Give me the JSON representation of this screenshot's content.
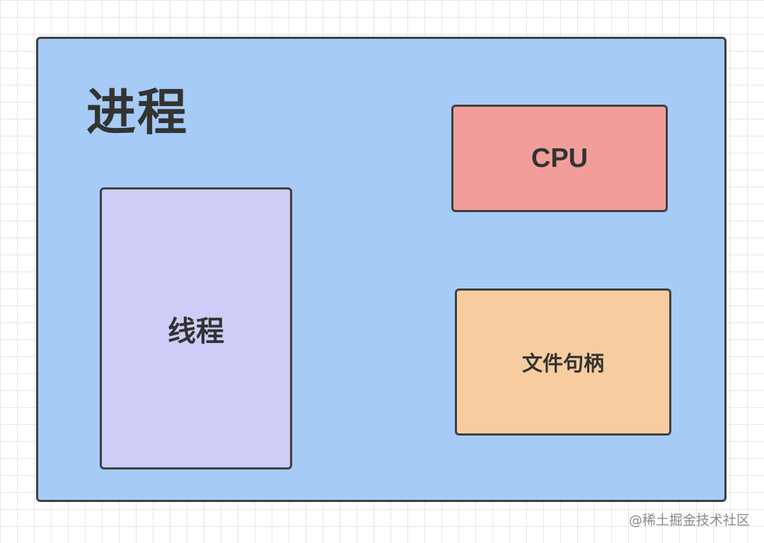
{
  "diagram": {
    "process_label": "进程",
    "thread_label": "线程",
    "cpu_label": "CPU",
    "file_handle_label": "文件句柄"
  },
  "watermark": "@稀土掘金技术社区",
  "colors": {
    "process_fill": "#a5cbf6",
    "thread_fill": "#cfcdf8",
    "cpu_fill": "#f19e9b",
    "file_handle_fill": "#f7cda0",
    "border": "#404040"
  }
}
